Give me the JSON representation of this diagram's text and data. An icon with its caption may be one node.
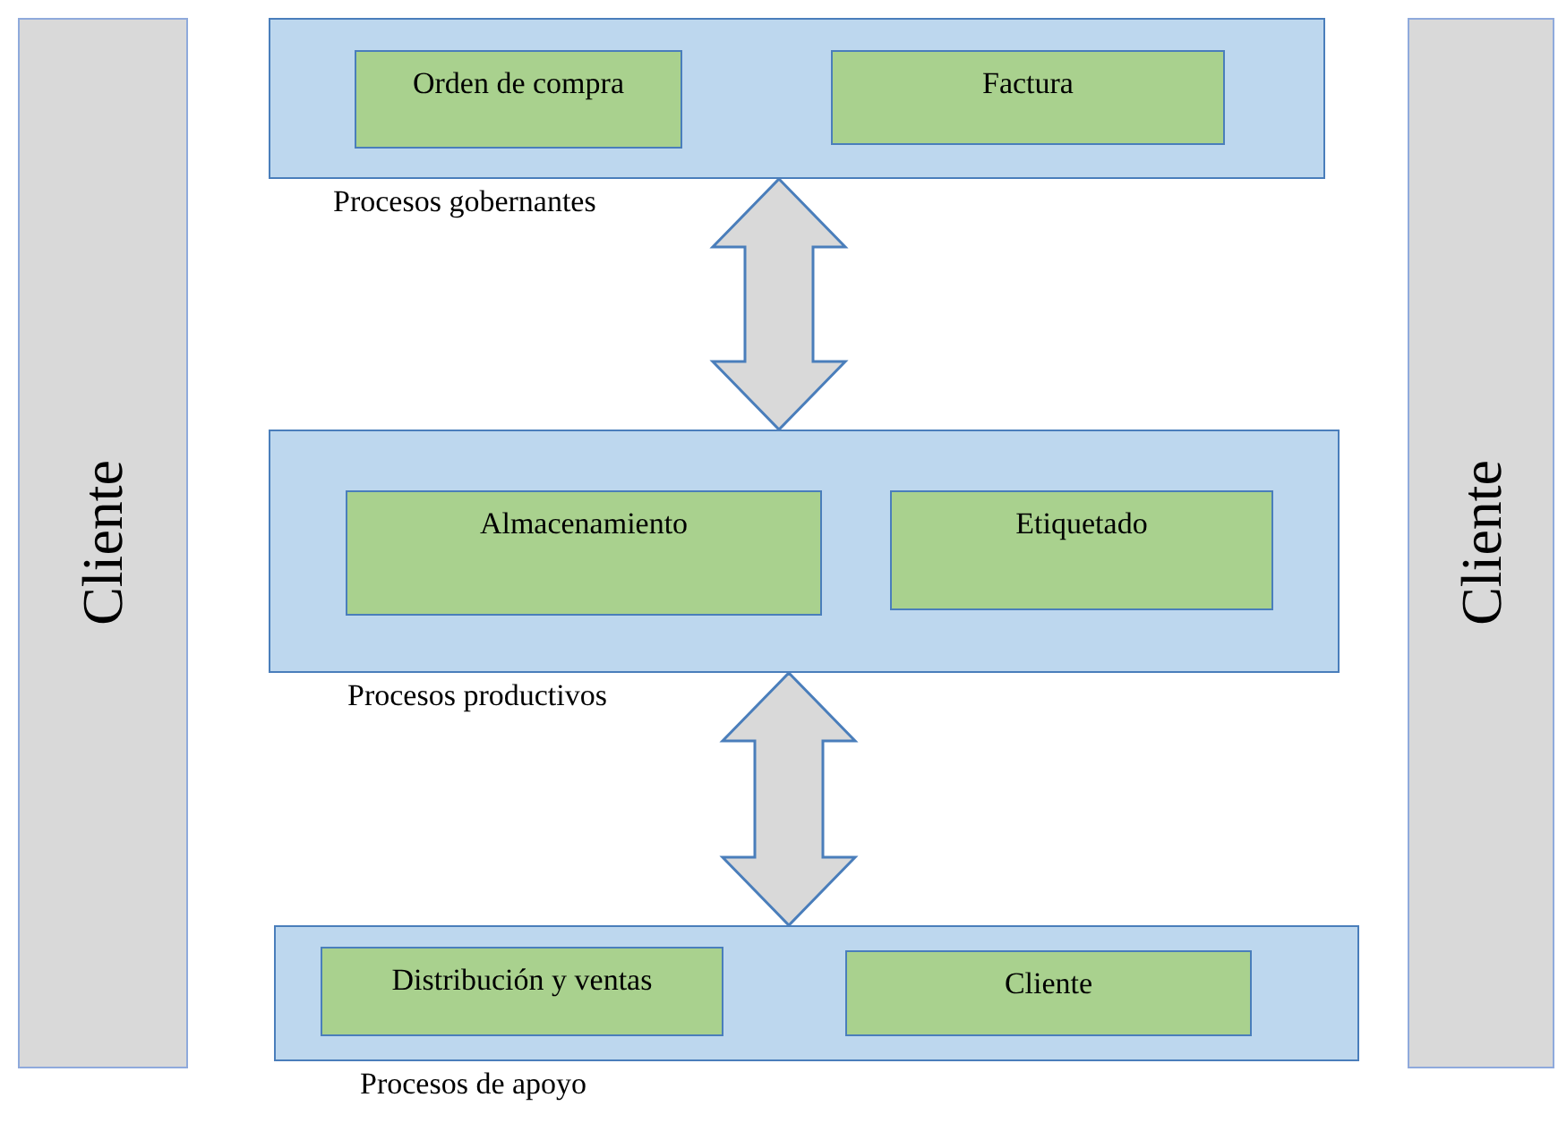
{
  "diagram": {
    "nodes": [
      {
        "text": [
          "Cliente"
        ]
      },
      {
        "text": [
          "Procesos gobernantes"
        ]
      },
      {
        "text": [
          "Orden de compra"
        ],
        "in": 1
      },
      {
        "text": [
          "Factura"
        ],
        "in": 1
      },
      {
        "text": [
          "Procesos productivos"
        ]
      },
      {
        "text": [
          "Almacenamiento"
        ],
        "in": 4
      },
      {
        "text": [
          "Etiquetado"
        ],
        "in": 4
      },
      {
        "text": [
          "Procesos de apoyo"
        ]
      },
      {
        "text": [
          "Distribución y ventas"
        ],
        "in": 7
      },
      {
        "text": [
          "Cliente"
        ],
        "in": 7
      },
      {
        "text": [
          "Cliente"
        ]
      }
    ],
    "edges": [
      {
        "from": 1,
        "to": 4,
        "arrow": "both",
        "style": "thick"
      },
      {
        "from": 4,
        "to": 7,
        "arrow": "both",
        "style": "thick"
      }
    ]
  }
}
